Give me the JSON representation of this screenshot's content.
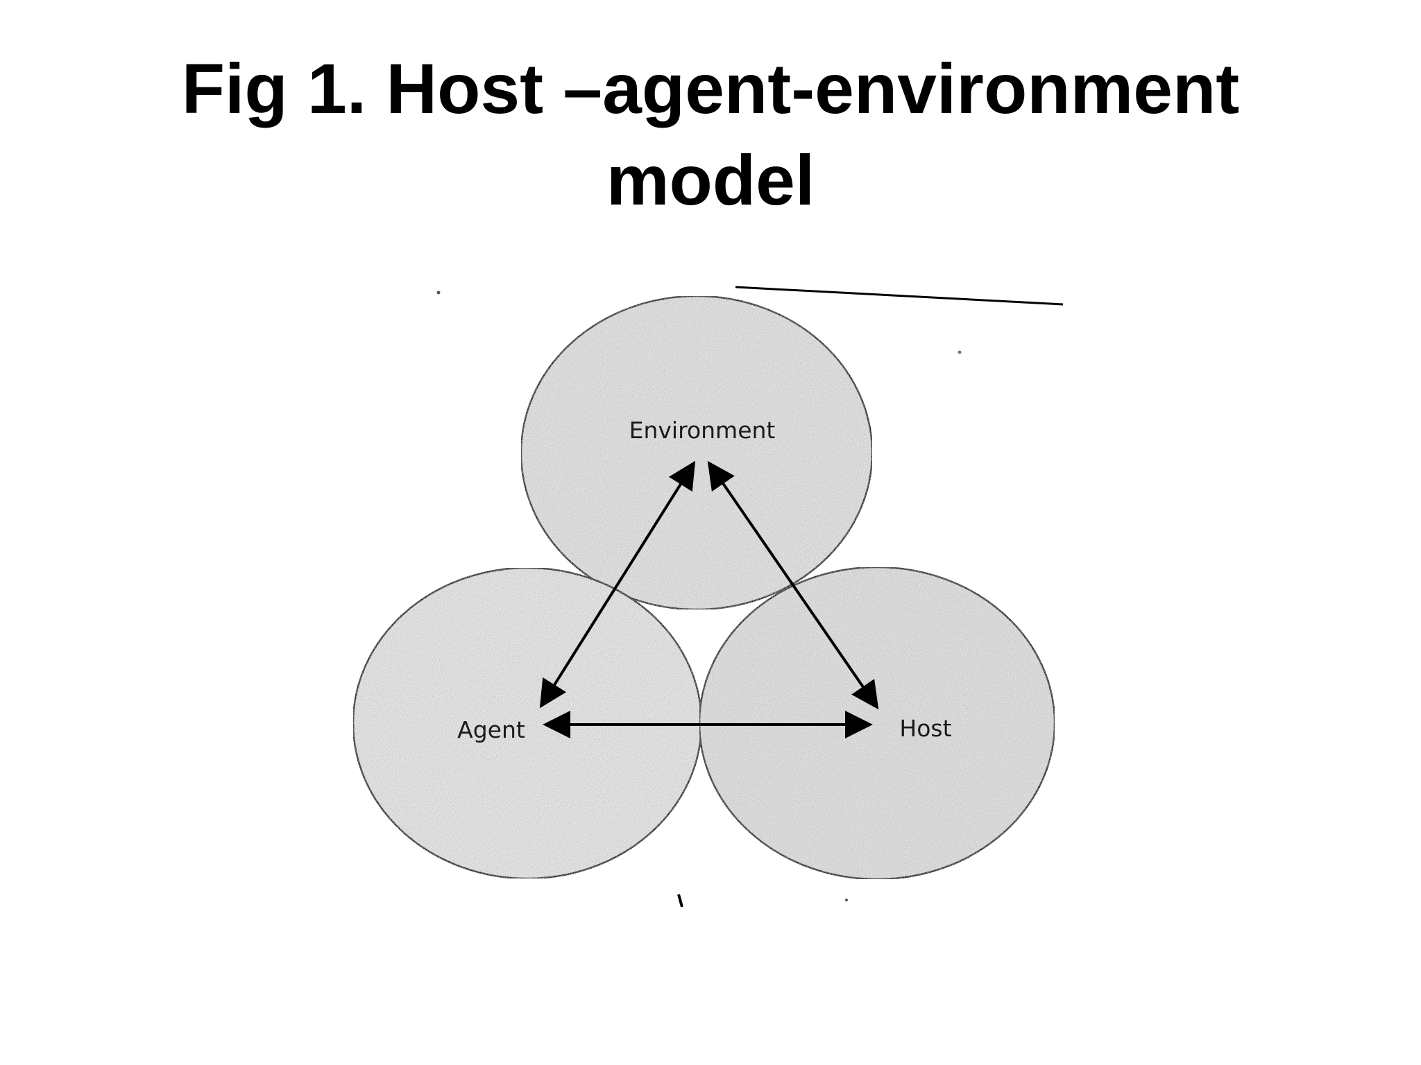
{
  "title": {
    "line1": "Fig 1. Host –agent-environment",
    "line2": "model"
  },
  "nodes": {
    "environment": "Environment",
    "agent": "Agent",
    "host": "Host"
  },
  "colors": {
    "ink": "#000000",
    "circle_fill": "#e6e6e6",
    "background": "#ffffff"
  }
}
